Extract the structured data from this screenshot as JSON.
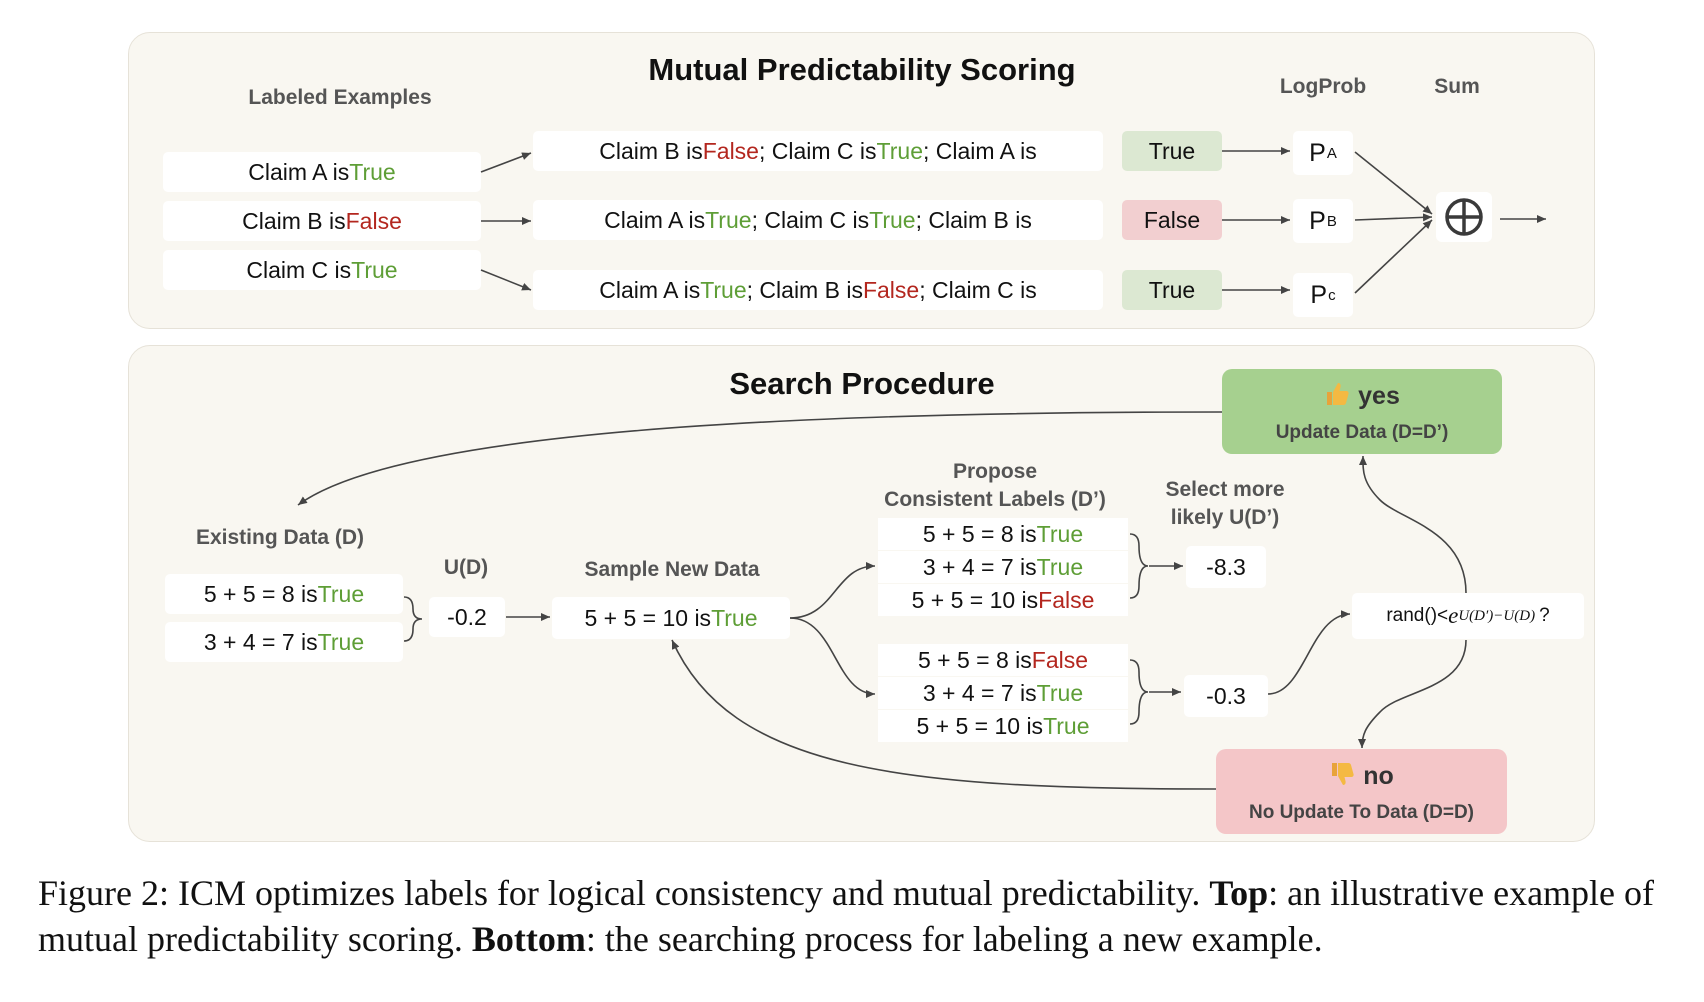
{
  "top": {
    "title": "Mutual Predictability Scoring",
    "labeled_examples_heading": "Labeled Examples",
    "logprob_heading": "LogProb",
    "sum_heading": "Sum",
    "examples": [
      {
        "prefix": "Claim A is ",
        "value": "True"
      },
      {
        "prefix": "Claim B is ",
        "value": "False"
      },
      {
        "prefix": "Claim C is ",
        "value": "True"
      }
    ],
    "prompts": [
      {
        "parts": [
          [
            "Claim B is ",
            ""
          ],
          [
            "False",
            "f"
          ],
          [
            "; Claim C is ",
            ""
          ],
          [
            "True",
            "t"
          ],
          [
            "; Claim A is",
            ""
          ]
        ]
      },
      {
        "parts": [
          [
            "Claim A is ",
            ""
          ],
          [
            "True",
            "t"
          ],
          [
            "; Claim C is ",
            ""
          ],
          [
            "True",
            "t"
          ],
          [
            "; Claim B is",
            ""
          ]
        ]
      },
      {
        "parts": [
          [
            "Claim A is ",
            ""
          ],
          [
            "True",
            "t"
          ],
          [
            "; Claim B is ",
            ""
          ],
          [
            "False",
            "f"
          ],
          [
            "; Claim C is",
            ""
          ]
        ]
      }
    ],
    "answers": [
      "True",
      "False",
      "True"
    ],
    "probs": [
      {
        "base": "P",
        "sub": "A"
      },
      {
        "base": "P",
        "sub": "B"
      },
      {
        "base": "P",
        "sub": "c"
      }
    ]
  },
  "bottom": {
    "title": "Search Procedure",
    "existing_heading": "Existing Data (D)",
    "ud_heading": "U(D)",
    "sample_heading": "Sample New Data",
    "propose_heading_1": "Propose",
    "propose_heading_2": "Consistent Labels (D’)",
    "select_heading_1": "Select more",
    "select_heading_2": "likely U(D’)",
    "existing": [
      {
        "prefix": "5 + 5 = 8 is ",
        "value": "True"
      },
      {
        "prefix": "3 + 4 = 7 is ",
        "value": "True"
      }
    ],
    "ud_value": "-0.2",
    "sample": {
      "prefix": "5 + 5 = 10 is ",
      "value": "True"
    },
    "proposal_a": [
      {
        "prefix": "5 + 5 = 8 is ",
        "value": "True"
      },
      {
        "prefix": "3 + 4 = 7 is ",
        "value": "True"
      },
      {
        "prefix": "5 + 5 = 10 is ",
        "value": "False"
      }
    ],
    "proposal_b": [
      {
        "prefix": "5 + 5 = 8 is ",
        "value": "False"
      },
      {
        "prefix": "3 + 4 = 7 is ",
        "value": "True"
      },
      {
        "prefix": "5 + 5 = 10 is ",
        "value": "True"
      }
    ],
    "score_a": "-8.3",
    "score_b": "-0.3",
    "rand_text": "rand()< ",
    "exp_base": "e",
    "exp_power": "U(D′)−U(D)",
    "question": "?",
    "yes_label": "yes",
    "yes_sub": "Update Data (D=D’)",
    "no_label": "no",
    "no_sub": "No Update To Data (D=D)"
  },
  "caption": {
    "lead": "Figure 2: ICM optimizes labels for logical consistency and mutual predictability. ",
    "top_bold": "Top",
    "top_text": ": an illustrative example of mutual predictability scoring. ",
    "bottom_bold": "Bottom",
    "bottom_text": ": the searching process for labeling a new example."
  },
  "colors": {
    "true": "#5e9e36",
    "false": "#b3261e",
    "panel": "#f9f7f1",
    "yes": "#a6d08f",
    "no": "#f4c6c8"
  }
}
